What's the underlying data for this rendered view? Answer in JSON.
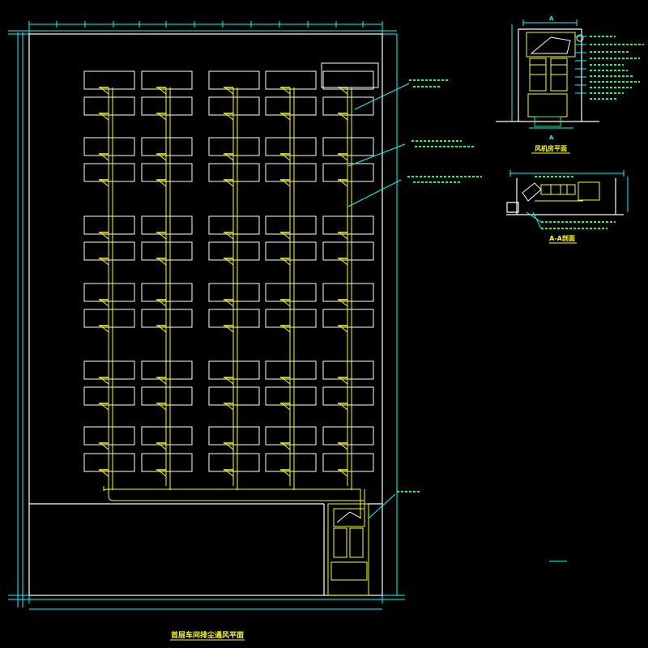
{
  "colors": {
    "background": "#000000",
    "boundary": "#ffffff",
    "dimension": "#00ffff",
    "duct": "#ffff00",
    "annotation": "#00ff88"
  },
  "drawing": {
    "main_plan_title": "首层车间排尘通风平面",
    "detail_plan_title": "风机房平面",
    "section_title": "A-A剖面",
    "section_cut_mark": "A",
    "plan_annotations": [
      "",
      "",
      "",
      ""
    ],
    "detail_plan_annotations": [
      "",
      "",
      "",
      "",
      "",
      "",
      "",
      "",
      "",
      "",
      ""
    ],
    "section_annotations": [
      "",
      "",
      ""
    ]
  }
}
